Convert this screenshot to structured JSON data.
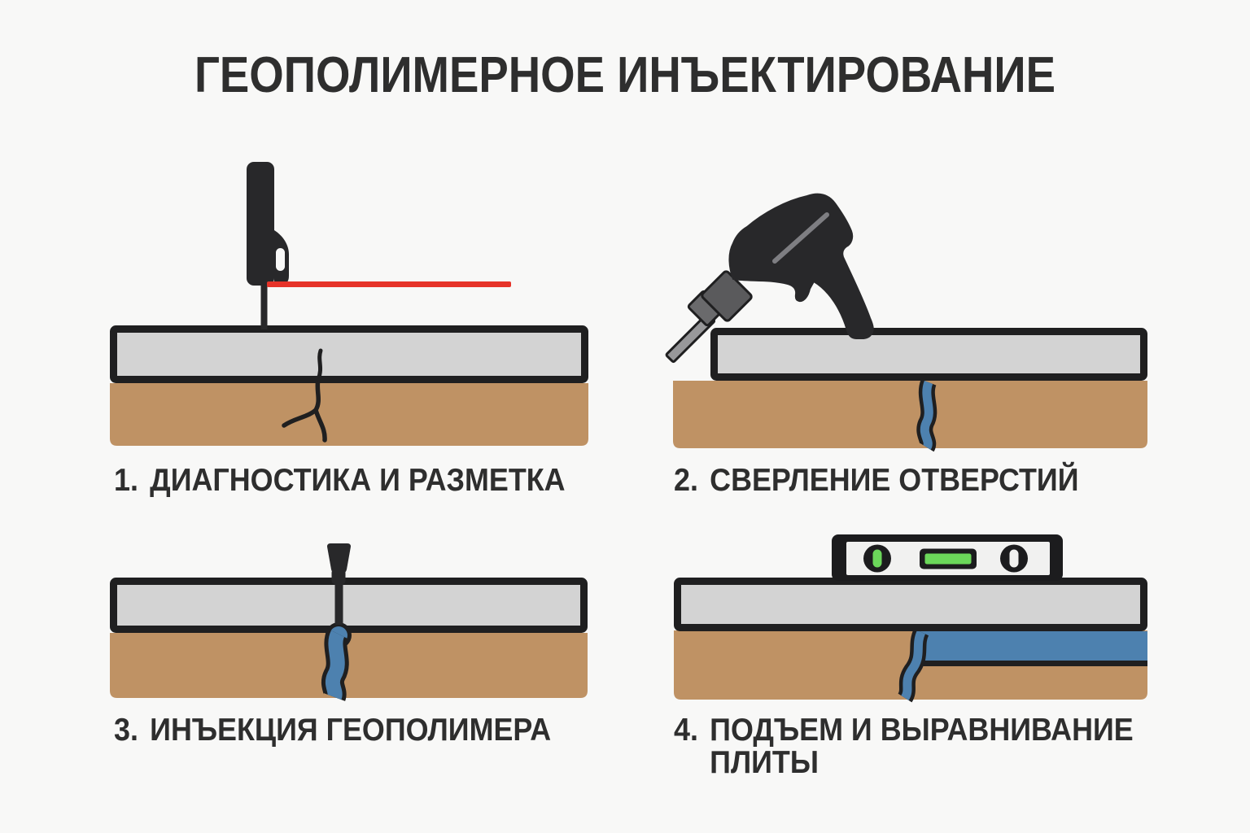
{
  "title": "ГЕОПОЛИМЕРНОЕ ИНЪЕКТИРОВАНИЕ",
  "steps": [
    {
      "number": "1.",
      "label": "ДИАГНОСТИКА И РАЗМЕТКА"
    },
    {
      "number": "2.",
      "label": "СВЕРЛЕНИЕ ОТВЕРСТИЙ"
    },
    {
      "number": "3.",
      "label": "ИНЪЕКЦИЯ ГЕОПОЛИМЕРА"
    },
    {
      "number": "4.",
      "label": "ПОДЪЕМ И ВЫРАВНИВАНИЕ ПЛИТЫ"
    }
  ],
  "colors": {
    "bg": "#f8f8f7",
    "text": "#2e2e2e",
    "outline": "#1f1f20",
    "slab": "#d3d3d3",
    "soil": "#bf9264",
    "geopolymer": "#4d81af",
    "laser": "#e63329",
    "tool": "#28282a",
    "metal": "#98989a",
    "chuck": "#5a5a5c",
    "chuck_front": "#6a6a6c",
    "highlight": "#7e7e82",
    "level_body": "#1c1c1e",
    "level_face": "#f1f1f0",
    "level_green": "#6bd75a"
  }
}
